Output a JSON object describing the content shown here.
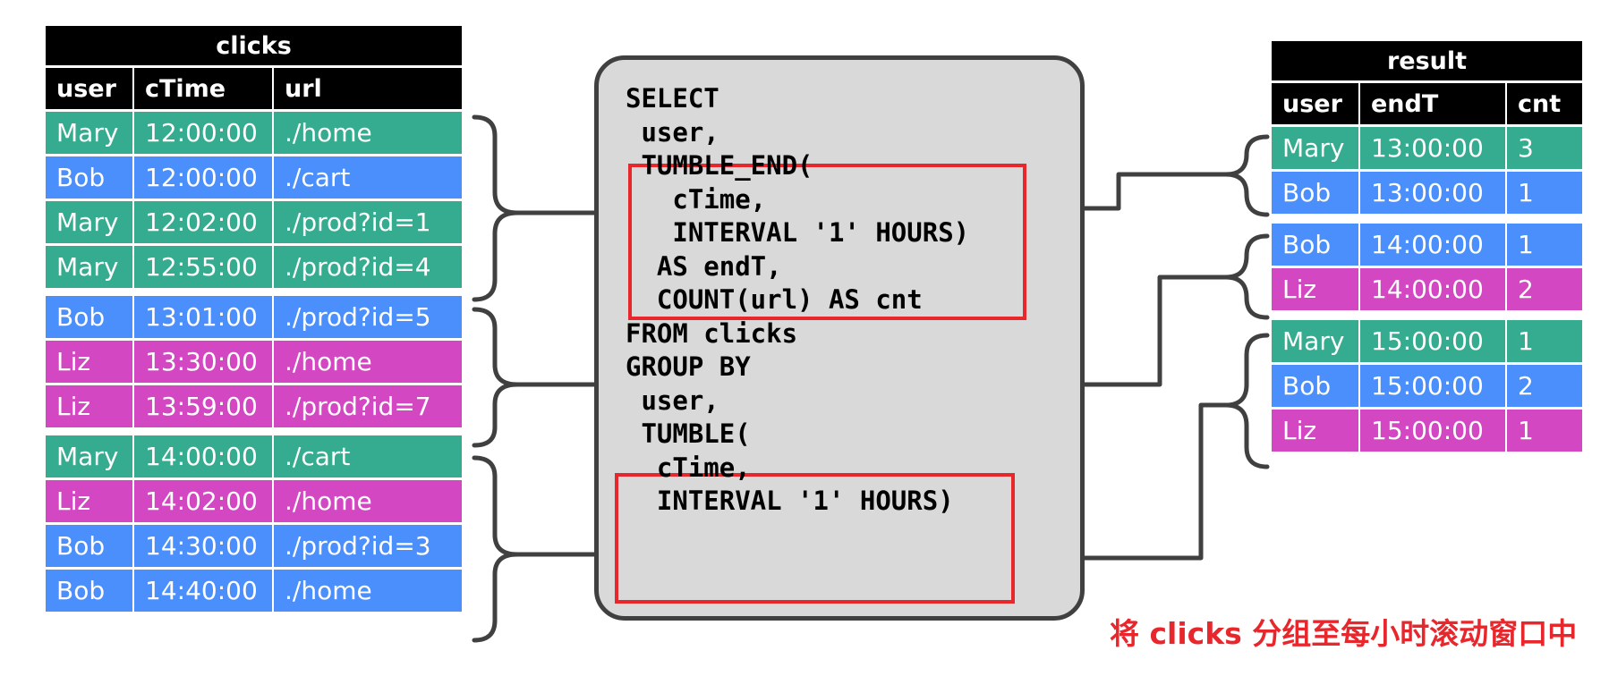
{
  "clicks": {
    "title": "clicks",
    "columns": [
      "user",
      "cTime",
      "url"
    ],
    "groups": [
      [
        {
          "user": "Mary",
          "cTime": "12:00:00",
          "url": "./home"
        },
        {
          "user": "Bob",
          "cTime": "12:00:00",
          "url": "./cart"
        },
        {
          "user": "Mary",
          "cTime": "12:02:00",
          "url": "./prod?id=1"
        },
        {
          "user": "Mary",
          "cTime": "12:55:00",
          "url": "./prod?id=4"
        }
      ],
      [
        {
          "user": "Bob",
          "cTime": "13:01:00",
          "url": "./prod?id=5"
        },
        {
          "user": "Liz",
          "cTime": "13:30:00",
          "url": "./home"
        },
        {
          "user": "Liz",
          "cTime": "13:59:00",
          "url": "./prod?id=7"
        }
      ],
      [
        {
          "user": "Mary",
          "cTime": "14:00:00",
          "url": "./cart"
        },
        {
          "user": "Liz",
          "cTime": "14:02:00",
          "url": "./home"
        },
        {
          "user": "Bob",
          "cTime": "14:30:00",
          "url": "./prod?id=3"
        },
        {
          "user": "Bob",
          "cTime": "14:40:00",
          "url": "./home"
        }
      ]
    ]
  },
  "query": {
    "lines": [
      "SELECT",
      " user,",
      " TUMBLE_END(",
      "   cTime,",
      "   INTERVAL '1' HOURS)",
      "  AS endT,",
      "  COUNT(url) AS cnt",
      "FROM clicks",
      "GROUP BY",
      " user,",
      " TUMBLE(",
      "  cTime,",
      "  INTERVAL '1' HOURS)"
    ]
  },
  "result": {
    "title": "result",
    "columns": [
      "user",
      "endT",
      "cnt"
    ],
    "groups": [
      [
        {
          "user": "Mary",
          "endT": "13:00:00",
          "cnt": "3"
        },
        {
          "user": "Bob",
          "endT": "13:00:00",
          "cnt": "1"
        }
      ],
      [
        {
          "user": "Bob",
          "endT": "14:00:00",
          "cnt": "1"
        },
        {
          "user": "Liz",
          "endT": "14:00:00",
          "cnt": "2"
        }
      ],
      [
        {
          "user": "Mary",
          "endT": "15:00:00",
          "cnt": "1"
        },
        {
          "user": "Bob",
          "endT": "15:00:00",
          "cnt": "2"
        },
        {
          "user": "Liz",
          "endT": "15:00:00",
          "cnt": "1"
        }
      ]
    ]
  },
  "caption": "将 clicks 分组至每小时滚动窗口中",
  "colors": {
    "Mary": "#35ac8f",
    "Bob": "#4b8ffd",
    "Liz": "#d348c2",
    "highlight": "#e8272d",
    "connector": "#404040"
  }
}
